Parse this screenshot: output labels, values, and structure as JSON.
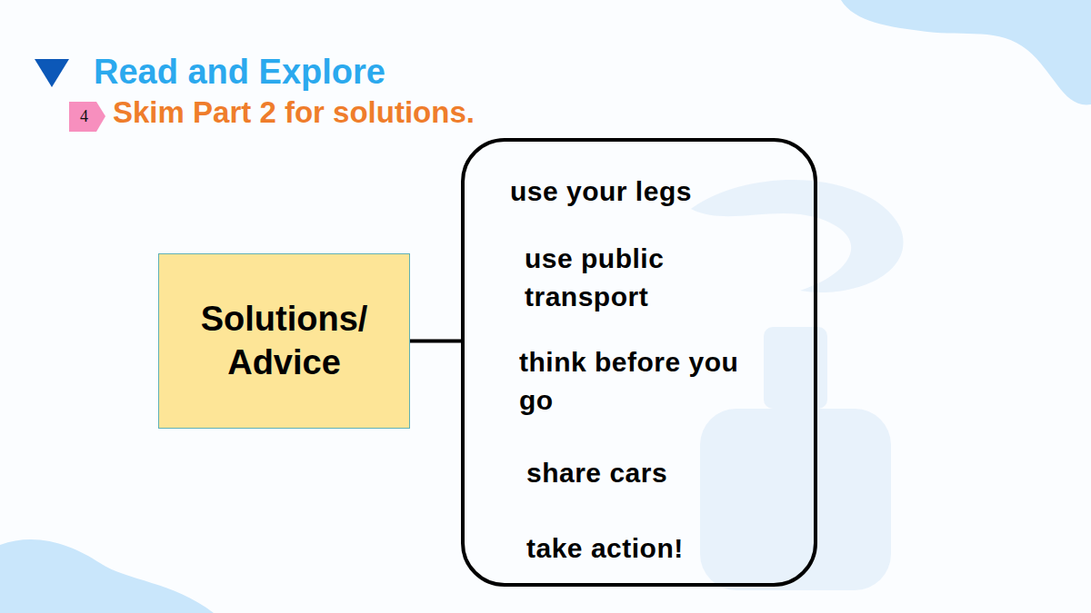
{
  "diagram": {
    "title": "Read and Explore",
    "nodes": [
      {
        "text": [
          "4"
        ]
      },
      {
        "text": [
          "Solutions/ Advice"
        ]
      },
      {
        "text": [
          "use your legs",
          "use public transport",
          "think before you go",
          "share cars",
          "take action!"
        ]
      }
    ],
    "edges": [
      {
        "from": 1,
        "to": 2,
        "arrow": "none"
      }
    ],
    "labels": [
      "Skim Part 2 for solutions."
    ]
  }
}
